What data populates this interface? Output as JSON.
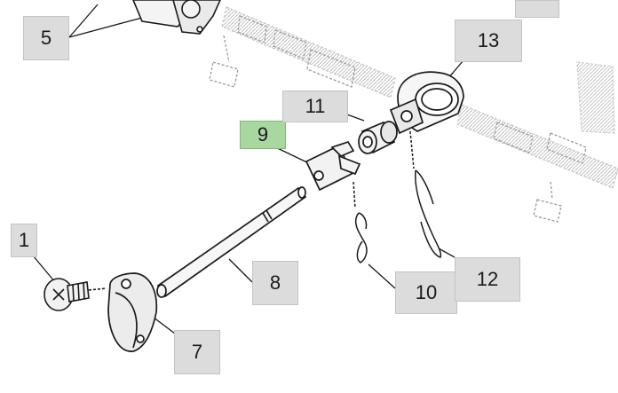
{
  "diagram": {
    "callouts": [
      {
        "label": "1"
      },
      {
        "label": "5"
      },
      {
        "label": "7"
      },
      {
        "label": "8"
      },
      {
        "label": "9",
        "selected": true
      },
      {
        "label": "10"
      },
      {
        "label": "11"
      },
      {
        "label": "12"
      },
      {
        "label": "13"
      },
      {
        "label": ""
      }
    ]
  },
  "colors": {
    "callout_bg": "#dcdcdc",
    "callout_selected_bg": "#a8d8a0",
    "ink": "#1a1a1a",
    "ghost": "#9a9a9a"
  }
}
